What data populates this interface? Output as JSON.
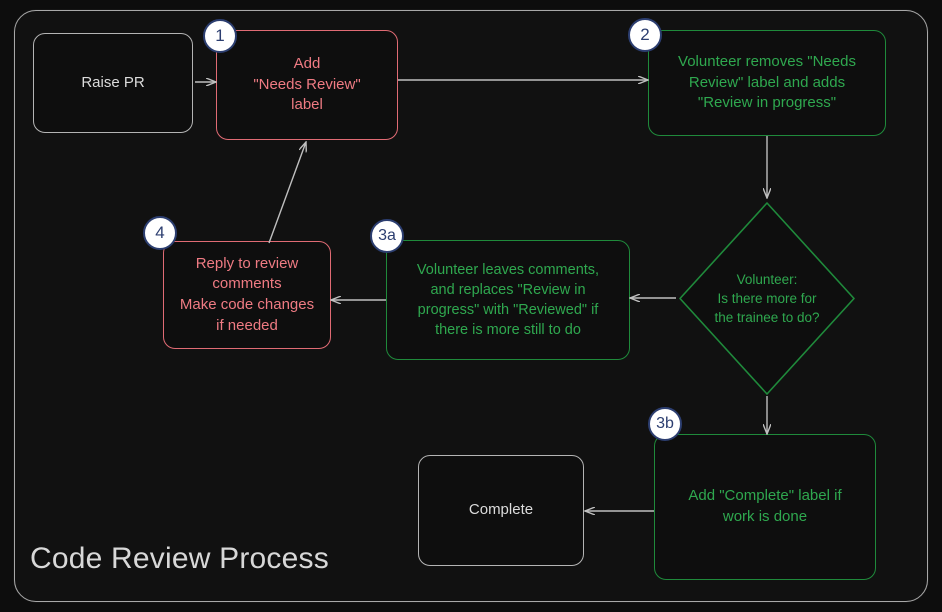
{
  "diagram": {
    "title": "Code Review Process",
    "type": "flowchart",
    "theme": {
      "page_background": "#0d0d0d",
      "frame_background": "#111111",
      "frame_border": "#a8a8a8",
      "neutral_border": "#b4b4b4",
      "neutral_text": "#dcdcdc",
      "red_border": "#e06b74",
      "red_text": "#ef7b83",
      "green_border": "#1f8a3b",
      "green_text": "#2fa84f",
      "edge_color": "#bfbfbf",
      "badge_fill": "#ffffff",
      "badge_border": "#2c3e70",
      "badge_text": "#2c3e70",
      "title_color": "#d8d8d8"
    },
    "nodes": [
      {
        "id": "raise-pr",
        "label": "Raise PR",
        "shape": "rounded-rect",
        "style": "neutral",
        "badge": null
      },
      {
        "id": "add-needs-review",
        "label": "Add\n\"Needs Review\"\nlabel",
        "shape": "rounded-rect",
        "style": "red",
        "badge": "1"
      },
      {
        "id": "volunteer-removes",
        "label": "Volunteer removes \"Needs\nReview\" label and adds\n\"Review in progress\"",
        "shape": "rounded-rect",
        "style": "green",
        "badge": "2"
      },
      {
        "id": "decision-more-work",
        "label": "Volunteer:\nIs there more for\nthe trainee to do?",
        "shape": "diamond",
        "style": "green",
        "badge": null
      },
      {
        "id": "volunteer-leaves-comments",
        "label": "Volunteer leaves comments,\nand replaces \"Review in\nprogress\" with \"Reviewed\" if\nthere is more still to do",
        "shape": "rounded-rect",
        "style": "green",
        "badge": "3a"
      },
      {
        "id": "reply-to-review",
        "label": "Reply to review\ncomments\nMake code changes\nif needed",
        "shape": "rounded-rect",
        "style": "red",
        "badge": "4"
      },
      {
        "id": "add-complete-label",
        "label": "Add \"Complete\" label if\nwork is done",
        "shape": "rounded-rect",
        "style": "green",
        "badge": "3b"
      },
      {
        "id": "complete",
        "label": "Complete",
        "shape": "rounded-rect",
        "style": "neutral",
        "badge": null
      }
    ],
    "edges": [
      {
        "from": "raise-pr",
        "to": "add-needs-review",
        "label": ""
      },
      {
        "from": "add-needs-review",
        "to": "volunteer-removes",
        "label": ""
      },
      {
        "from": "volunteer-removes",
        "to": "decision-more-work",
        "label": ""
      },
      {
        "from": "decision-more-work",
        "to": "volunteer-leaves-comments",
        "label": ""
      },
      {
        "from": "decision-more-work",
        "to": "add-complete-label",
        "label": ""
      },
      {
        "from": "volunteer-leaves-comments",
        "to": "reply-to-review",
        "label": ""
      },
      {
        "from": "reply-to-review",
        "to": "add-needs-review",
        "label": ""
      },
      {
        "from": "add-complete-label",
        "to": "complete",
        "label": ""
      }
    ]
  }
}
